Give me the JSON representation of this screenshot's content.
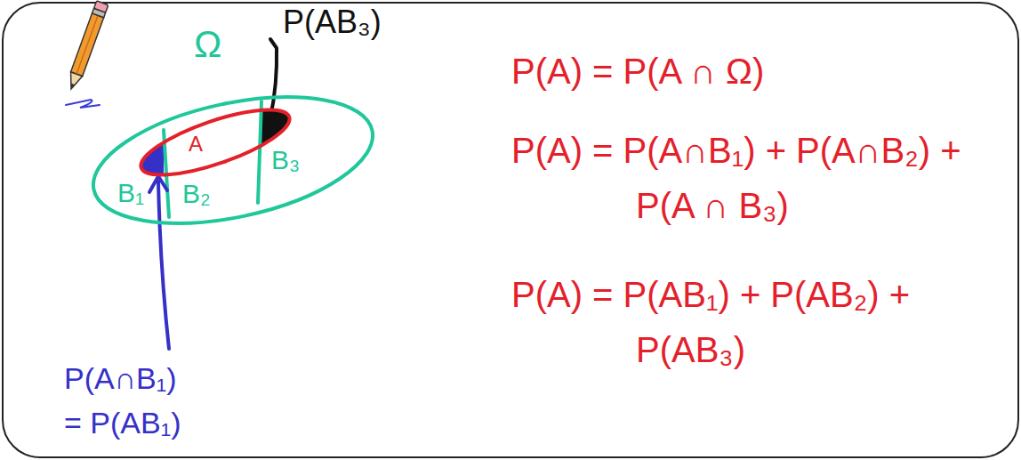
{
  "diagram": {
    "nodes": [
      {
        "text": [
          "Ω"
        ]
      },
      {
        "text": [
          "A"
        ],
        "in": 0
      }
    ],
    "labels": [
      "P(AB₃)",
      "B₁",
      "B₂",
      "B₃",
      "P(A∩B₁) = P(AB₁)",
      "P(A) = P(A ∩ Ω)",
      "P(A) = P(A∩B₁) + P(A∩B₂) + P(A ∩ B₃)",
      "P(A) = P(AB₁) + P(AB₂) + P(AB₃)"
    ]
  }
}
